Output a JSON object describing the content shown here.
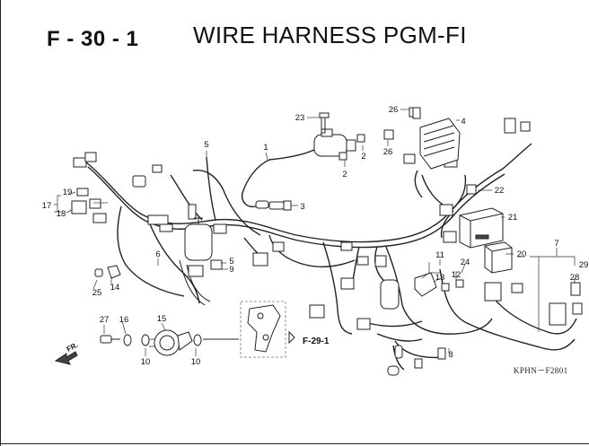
{
  "header": {
    "section": "F - 30 - 1",
    "title": "WIRE HARNESS PGM-FI"
  },
  "callouts": [
    "1",
    "2",
    "2",
    "3",
    "4",
    "5",
    "5",
    "6",
    "7",
    "8",
    "9",
    "10",
    "10",
    "11",
    "12",
    "13",
    "14",
    "15",
    "16",
    "17",
    "18",
    "19",
    "20",
    "21",
    "22",
    "23",
    "24",
    "25",
    "26",
    "26",
    "27",
    "28",
    "29"
  ],
  "crossref": "F-29-1",
  "direction": "FR.",
  "drawing_code": "KPHN－F2801"
}
